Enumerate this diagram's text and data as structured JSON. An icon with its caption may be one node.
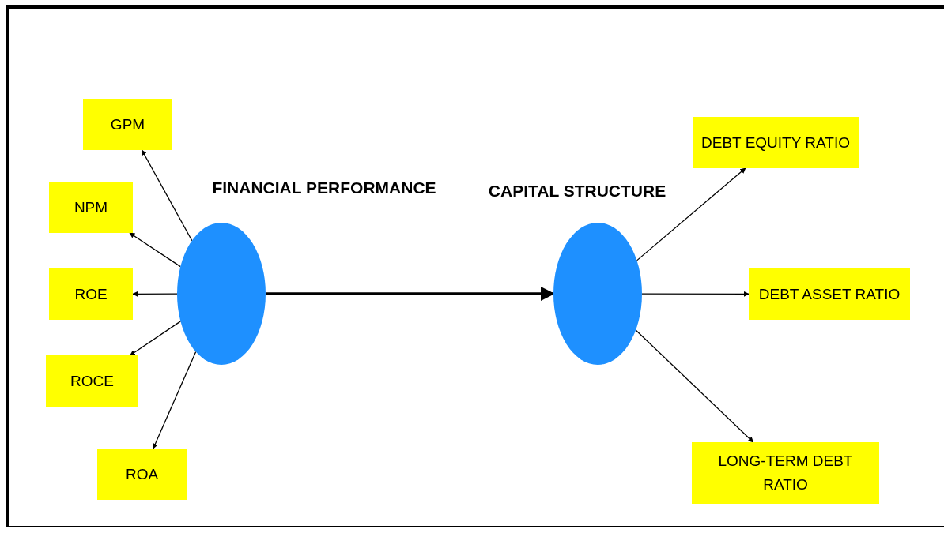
{
  "diagram": {
    "nodes": [
      {
        "text": [
          "GPM"
        ]
      },
      {
        "text": [
          "NPM"
        ]
      },
      {
        "text": [
          "ROE"
        ]
      },
      {
        "text": [
          "ROCE"
        ]
      },
      {
        "text": [
          "ROA"
        ]
      },
      {
        "text": [],
        "shape": "circle",
        "beside": [
          "FINANCIAL PERFORMANCE"
        ]
      },
      {
        "text": [],
        "shape": "circle",
        "beside": [
          "CAPITAL STRUCTURE"
        ]
      },
      {
        "text": [
          "DEBT EQUITY RATIO"
        ]
      },
      {
        "text": [
          "DEBT ASSET RATIO"
        ]
      },
      {
        "text": [
          "LONG-TERM DEBT RATIO"
        ]
      }
    ],
    "edges": [
      {
        "from": 5,
        "to": 0,
        "arrow": "to"
      },
      {
        "from": 5,
        "to": 1,
        "arrow": "to"
      },
      {
        "from": 5,
        "to": 2,
        "arrow": "to"
      },
      {
        "from": 5,
        "to": 3,
        "arrow": "to"
      },
      {
        "from": 5,
        "to": 4,
        "arrow": "to"
      },
      {
        "from": 5,
        "to": 6,
        "arrow": "to",
        "style": "thick"
      },
      {
        "from": 6,
        "to": 7,
        "arrow": "to"
      },
      {
        "from": 6,
        "to": 8,
        "arrow": "to"
      },
      {
        "from": 6,
        "to": 9,
        "arrow": "to"
      }
    ]
  }
}
